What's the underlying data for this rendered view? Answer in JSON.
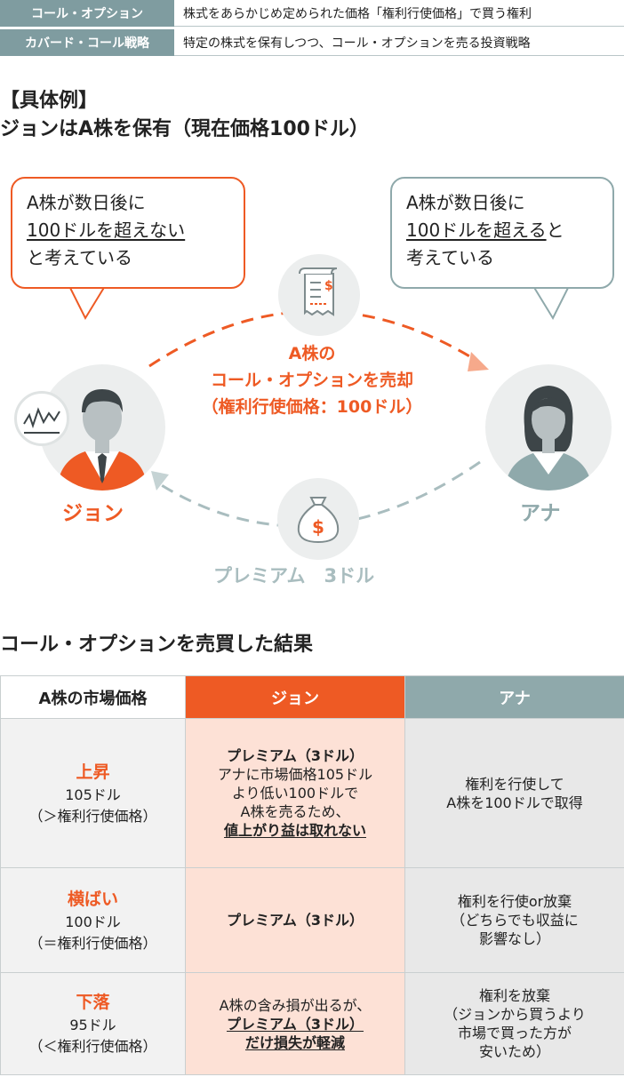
{
  "definitions": [
    {
      "term": "コール・オプション",
      "desc": "株式をあらかじめ定められた価格「権利行使価格」で買う権利"
    },
    {
      "term": "カバード・コール戦略",
      "desc": "特定の株式を保有しつつ、コール・オプションを売る投資戦略"
    }
  ],
  "example": {
    "heading1": "【具体例】",
    "heading2": "ジョンはA株を保有（現在価格100ドル）"
  },
  "diagram": {
    "john_bubble": {
      "line1": "A株が数日後に",
      "line2": "100ドルを超えない",
      "line3": "と考えている"
    },
    "anna_bubble": {
      "line1": "A株が数日後に",
      "line2a": "100ドルを超える",
      "line2b": "と",
      "line3": "考えている"
    },
    "sell_label": {
      "line1": "A株の",
      "line2": "コール・オプションを売却",
      "line3": "（権利行使価格：100ドル）"
    },
    "premium_label": "プレミアム　3ドル",
    "john_name": "ジョン",
    "anna_name": "アナ",
    "colors": {
      "john": "#ee5a24",
      "anna": "#8fa9ab",
      "arrow_bottom": "#a9bdbf"
    },
    "icons": [
      "document-dollar-icon",
      "money-bag-icon",
      "stock-chart-icon",
      "person-john-icon",
      "person-anna-icon"
    ]
  },
  "result": {
    "heading": "コール・オプションを売買した結果",
    "headers": {
      "market": "A株の市場価格",
      "john": "ジョン",
      "anna": "アナ"
    },
    "rows": [
      {
        "title": "上昇",
        "price": "105ドル",
        "cond": "（＞権利行使価格）",
        "john": [
          "プレミアム（3ドル）",
          "アナに市場価格105ドル",
          "より低い100ドルで",
          "A株を売るため、",
          "値上がり益は取れない"
        ],
        "anna": [
          "権利を行使して",
          "A株を100ドルで取得"
        ]
      },
      {
        "title": "横ばい",
        "price": "100ドル",
        "cond": "（＝権利行使価格）",
        "john": [
          "プレミアム（3ドル）"
        ],
        "anna": [
          "権利を行使or放棄",
          "（どちらでも収益に",
          "影響なし）"
        ]
      },
      {
        "title": "下落",
        "price": "95ドル",
        "cond": "（＜権利行使価格）",
        "john": [
          "A株の含み損が出るが、",
          "プレミアム（3ドル）",
          "だけ損失が軽減"
        ],
        "anna": [
          "権利を放棄",
          "（ジョンから買うより",
          "市場で買った方が",
          "安いため）"
        ]
      }
    ]
  }
}
